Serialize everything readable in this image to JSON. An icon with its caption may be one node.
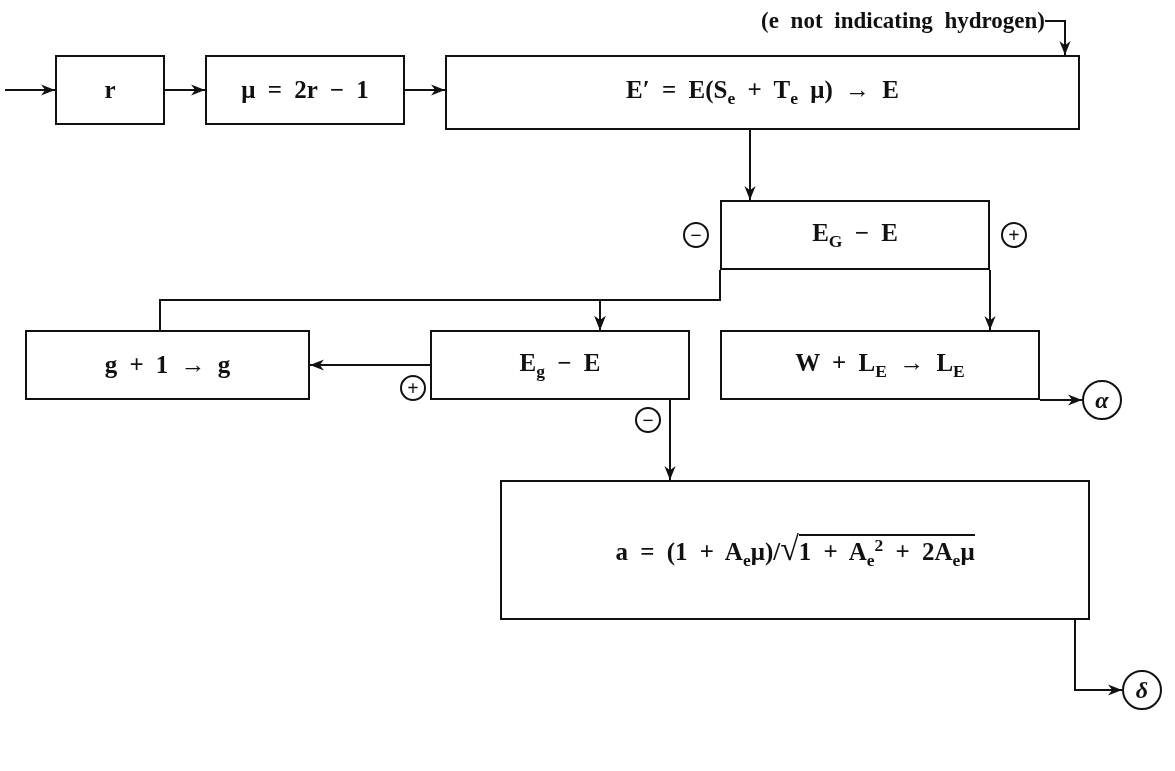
{
  "diagram": {
    "nodes": [
      {
        "text": [
          "r"
        ]
      },
      {
        "text": [
          "μ = 2r − 1"
        ]
      },
      {
        "text": [
          "E′ = E(S$_{e}$ + T$_{e}$ μ) → E"
        ]
      },
      {
        "text": [
          "(e not indicating hydrogen)"
        ]
      },
      {
        "text": [
          "E$_{G}$ − E"
        ]
      },
      {
        "text": [
          "g + 1 → g"
        ]
      },
      {
        "text": [
          "E$_{g}$ − E"
        ]
      },
      {
        "text": [
          "W + L$_{E}$ → L$_{E}$"
        ]
      },
      {
        "text": [
          "α"
        ]
      },
      {
        "text": [
          "a = (1 + A$_{e}$μ)/√1 + A$_{e}$$^{2}$ + 2A$_{e}$μ"
        ]
      },
      {
        "text": [
          "δ"
        ]
      }
    ],
    "edges": [
      {
        "from": null,
        "to": 0,
        "arrow": "to"
      },
      {
        "from": 0,
        "to": 1,
        "arrow": "to"
      },
      {
        "from": 1,
        "to": 2,
        "arrow": "to"
      },
      {
        "from": 3,
        "to": 2,
        "arrow": "to"
      },
      {
        "from": 2,
        "to": 4,
        "arrow": "to"
      },
      {
        "from": 4,
        "to": 6,
        "arrow": "to",
        "label": "−"
      },
      {
        "from": 4,
        "to": 7,
        "arrow": "to",
        "label": "+"
      },
      {
        "from": 6,
        "to": 5,
        "arrow": "to",
        "label": "+"
      },
      {
        "from": 5,
        "to": 6,
        "arrow": "to"
      },
      {
        "from": 6,
        "to": 9,
        "arrow": "to",
        "label": "−"
      },
      {
        "from": 7,
        "to": 8,
        "arrow": "to"
      },
      {
        "from": 9,
        "to": 10,
        "arrow": "to"
      }
    ]
  }
}
